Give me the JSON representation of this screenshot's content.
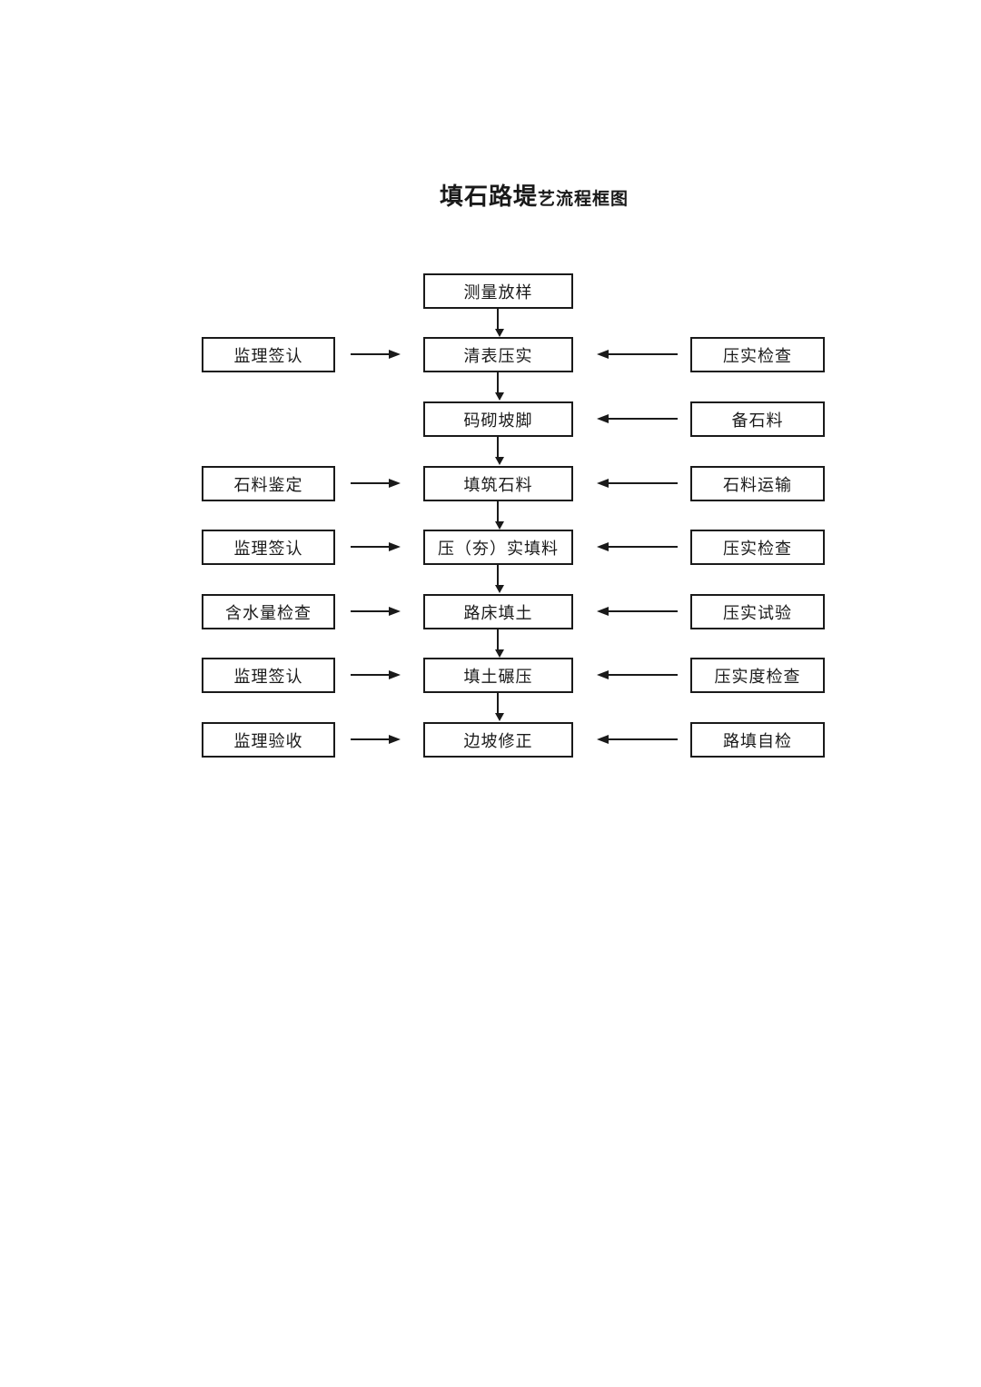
{
  "title": {
    "main": "填石路堤",
    "suffix": "艺流程框图"
  },
  "flow": {
    "center": [
      {
        "label": "测量放样"
      },
      {
        "label": "清表压实"
      },
      {
        "label": "码砌坡脚"
      },
      {
        "label": "填筑石料"
      },
      {
        "label": "压（夯）实填料"
      },
      {
        "label": "路床填土"
      },
      {
        "label": "填土碾压"
      },
      {
        "label": "边坡修正"
      }
    ],
    "left": [
      {
        "label": "监理签认",
        "row": 2
      },
      {
        "label": "石料鉴定",
        "row": 4
      },
      {
        "label": "监理签认",
        "row": 5
      },
      {
        "label": "含水量检查",
        "row": 6
      },
      {
        "label": "监理签认",
        "row": 7
      },
      {
        "label": "监理验收",
        "row": 8
      }
    ],
    "right": [
      {
        "label": "压实检查",
        "row": 2
      },
      {
        "label": "备石料",
        "row": 3
      },
      {
        "label": "石料运输",
        "row": 4
      },
      {
        "label": "压实检查",
        "row": 5
      },
      {
        "label": "压实试验",
        "row": 6
      },
      {
        "label": "压实度检查",
        "row": 7
      },
      {
        "label": "路填自检",
        "row": 8
      }
    ]
  }
}
